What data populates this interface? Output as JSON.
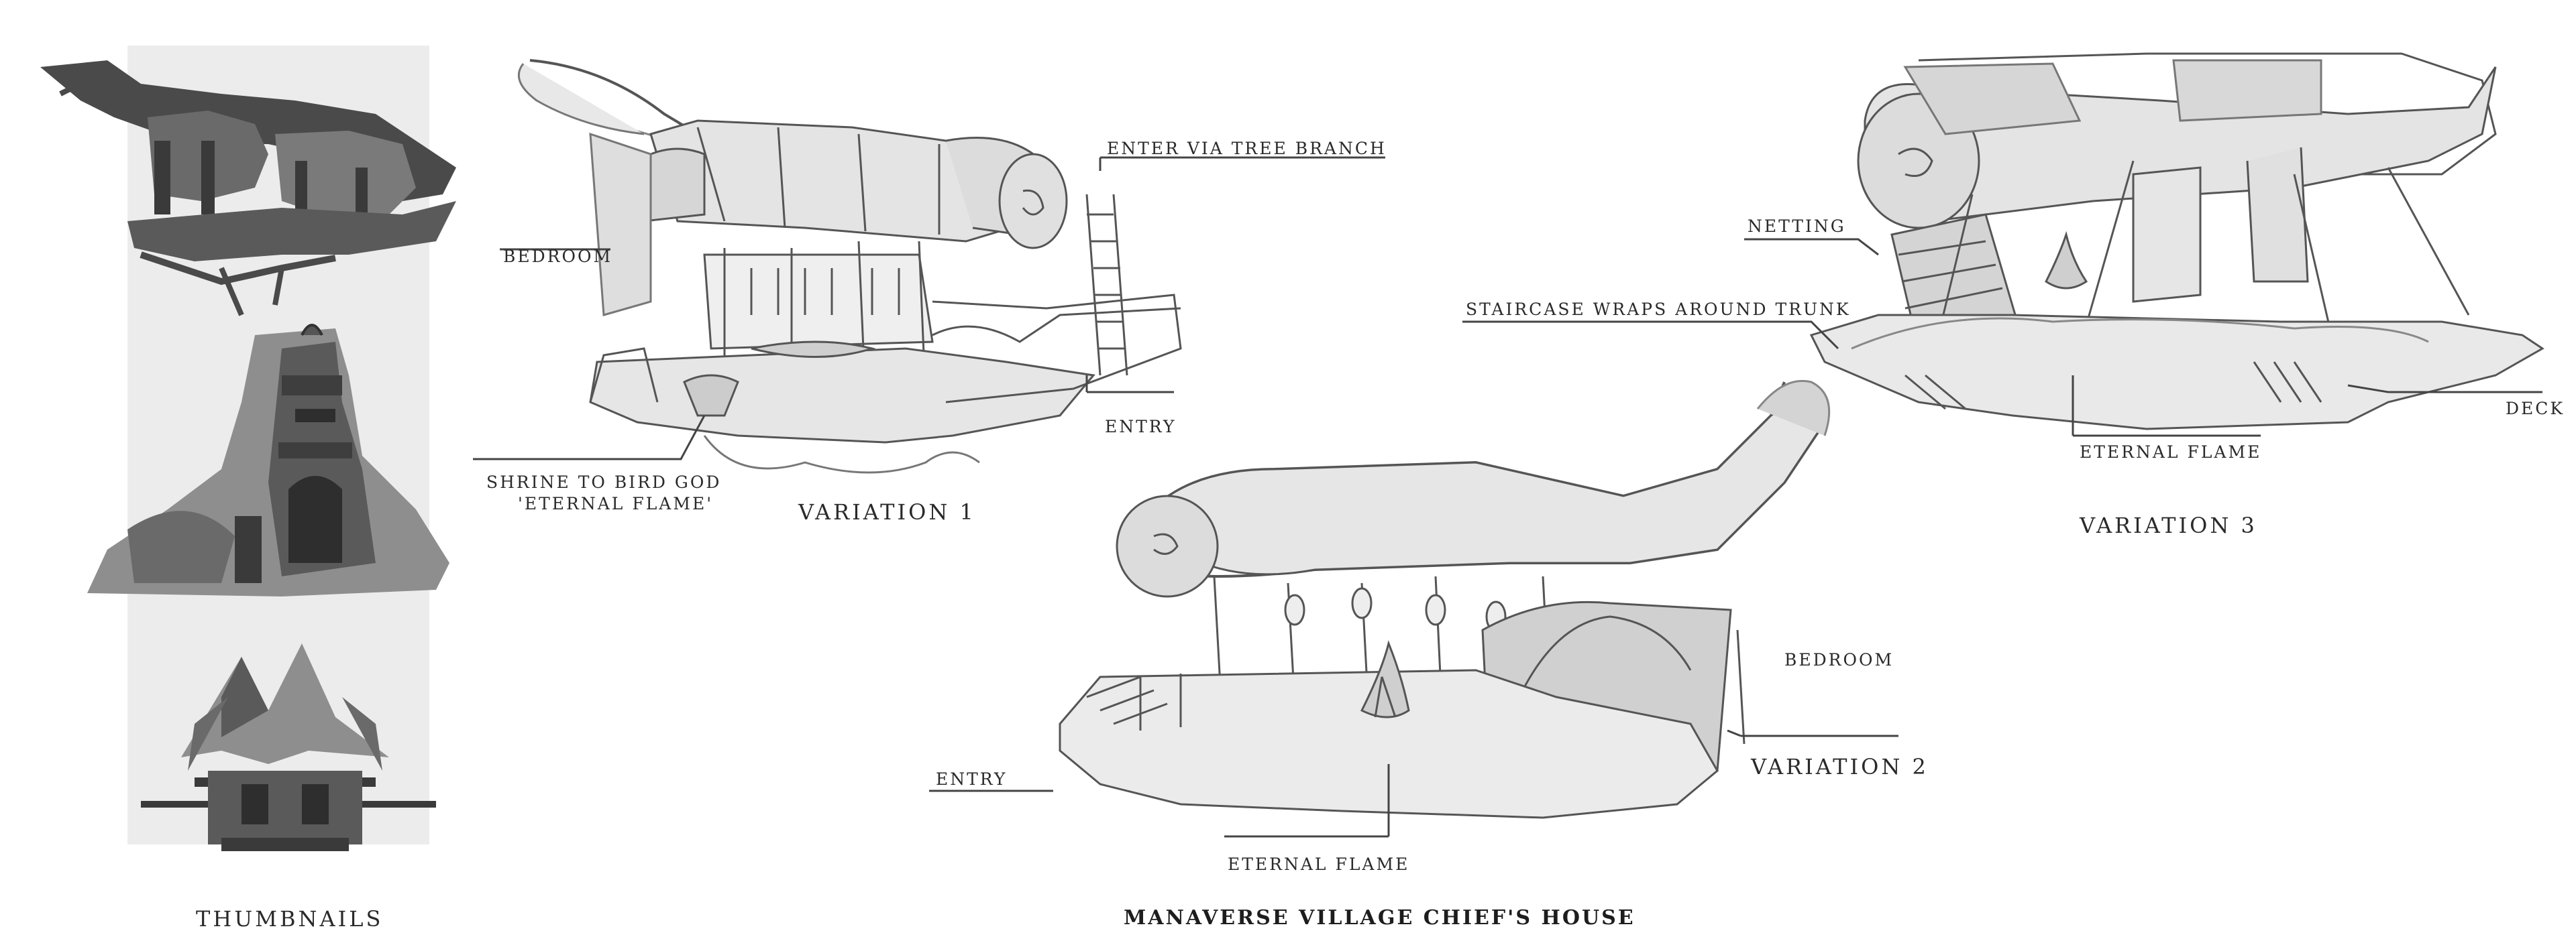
{
  "sheet": {
    "title": "MANAVERSE VILLAGE CHIEF'S HOUSE",
    "thumbnails_label": "THUMBNAILS"
  },
  "variation1": {
    "label": "VARIATION 1",
    "callouts": {
      "enter": "ENTER VIA TREE BRANCH",
      "bedroom": "BEDROOM",
      "entry": "ENTRY",
      "shrine_line1": "SHRINE TO BIRD GOD",
      "shrine_line2": "'ETERNAL FLAME'"
    }
  },
  "variation2": {
    "label": "VARIATION 2",
    "callouts": {
      "bedroom": "BEDROOM",
      "entry": "ENTRY",
      "flame": "ETERNAL FLAME"
    }
  },
  "variation3": {
    "label": "VARIATION 3",
    "callouts": {
      "netting": "NETTING",
      "staircase": "STAIRCASE WRAPS AROUND TRUNK",
      "flame": "ETERNAL FLAME",
      "deck": "DECK"
    }
  },
  "colors": {
    "thumb_panel": "#ececec",
    "thumb_dark": "#4a4a4a",
    "thumb_light": "#8e8e8e",
    "sketch_line": "#555555",
    "sketch_fill": "#d9d9d9"
  }
}
